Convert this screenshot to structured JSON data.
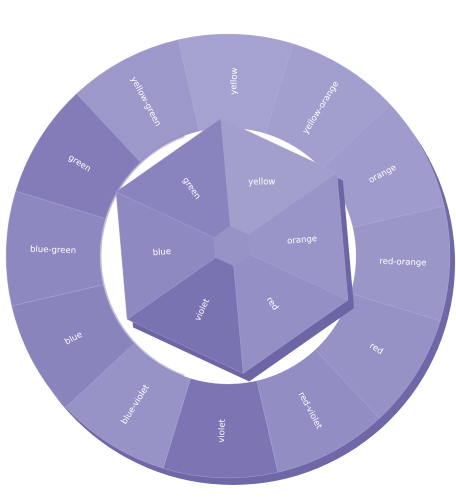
{
  "ring": {
    "segments": [
      {
        "label": "yellow",
        "color": "#a5a2cf"
      },
      {
        "label": "yellow-orange",
        "color": "#a29fce"
      },
      {
        "label": "orange",
        "color": "#9f9bcc"
      },
      {
        "label": "red-orange",
        "color": "#9a96c8"
      },
      {
        "label": "red",
        "color": "#9692c6"
      },
      {
        "label": "red-violet",
        "color": "#928dc3"
      },
      {
        "label": "violet",
        "color": "#7c74b3"
      },
      {
        "label": "blue-violet",
        "color": "#9893c6"
      },
      {
        "label": "blue",
        "color": "#8a84bd"
      },
      {
        "label": "blue-green",
        "color": "#8e88c0"
      },
      {
        "label": "green",
        "color": "#837cb8"
      },
      {
        "label": "yellow-green",
        "color": "#9d98ca"
      }
    ],
    "shadow_color": "#6f68a8"
  },
  "hexagon": {
    "facets": [
      {
        "label": "yellow",
        "color": "#a39fcd"
      },
      {
        "label": "orange",
        "color": "#9a95c8"
      },
      {
        "label": "red",
        "color": "#9490c5"
      },
      {
        "label": "violet",
        "color": "#7a73b2"
      },
      {
        "label": "blue",
        "color": "#8f89c1"
      },
      {
        "label": "green",
        "color": "#8a84be"
      }
    ],
    "shadow_color": "#6c65a6"
  }
}
